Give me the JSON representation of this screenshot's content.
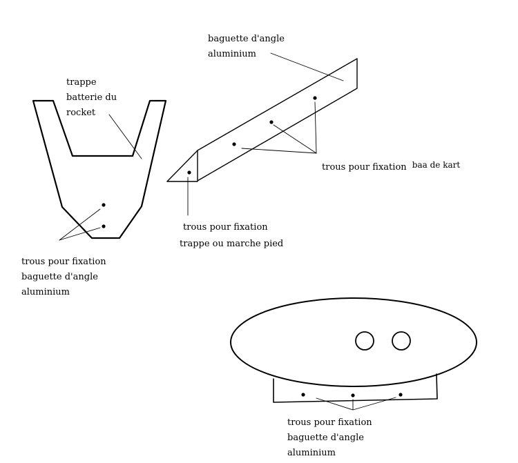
{
  "labels": {
    "angle_top": [
      "baguette d'angle",
      "aluminium"
    ],
    "trap": [
      "trappe",
      "batterie du",
      "rocket"
    ],
    "holes_kart": [
      "trous pour fixation",
      "baa de kart"
    ],
    "holes_trap": [
      "trous pour fixation",
      "trappe ou marche pied"
    ],
    "holes_left": [
      "trous pour fixation",
      "baguette d'angle",
      "aluminium"
    ],
    "holes_bottom": [
      "trous pour fixation",
      "baguette d'angle",
      "aluminium"
    ]
  }
}
